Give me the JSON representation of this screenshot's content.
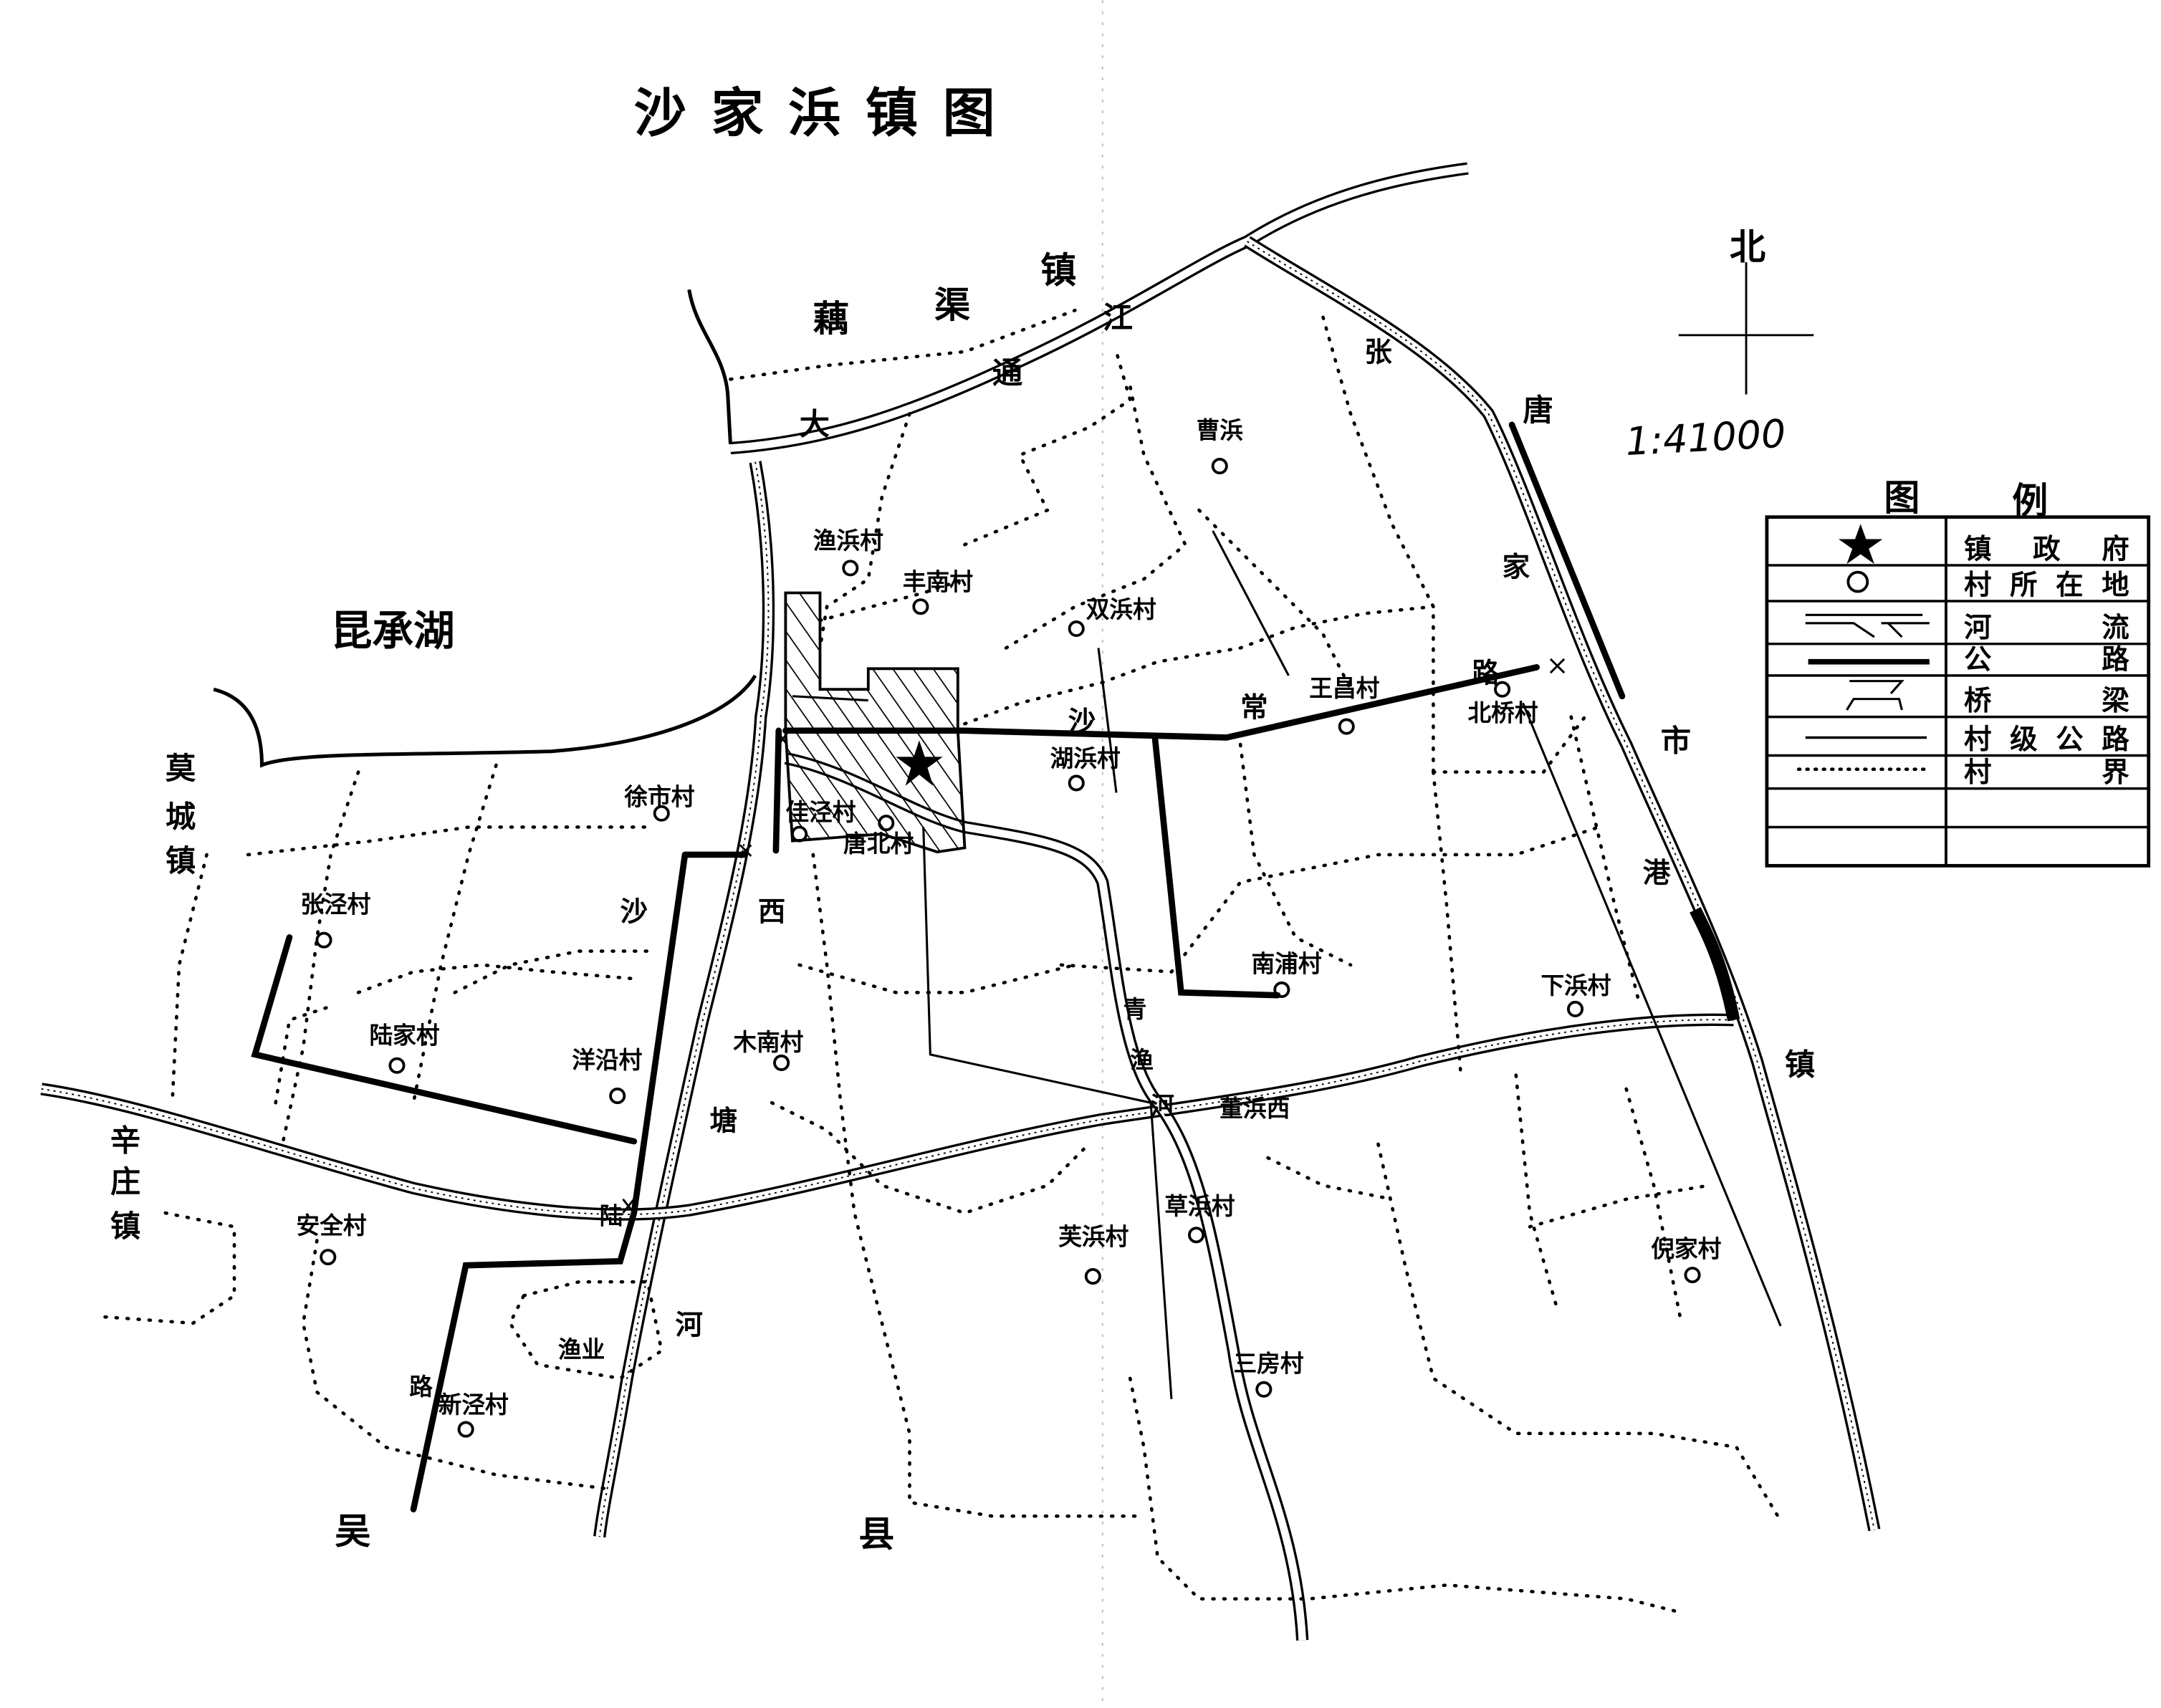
{
  "title": "沙家浜镇图",
  "scale": "1:41000",
  "north_label": "北",
  "legend": {
    "title": [
      "图",
      "例"
    ],
    "items": [
      {
        "symbol": "star-icon",
        "label": "镇政府"
      },
      {
        "symbol": "circle-icon",
        "label": "村所在地"
      },
      {
        "symbol": "river-icon",
        "label": "河流"
      },
      {
        "symbol": "highway-icon",
        "label": "公路"
      },
      {
        "symbol": "bridge-icon",
        "label": "桥梁"
      },
      {
        "symbol": "village-road-icon",
        "label": "村级公路"
      },
      {
        "symbol": "village-boundary-icon",
        "label": "村界"
      }
    ]
  },
  "places": {
    "ouqu_town": [
      "藕",
      "渠",
      "镇"
    ],
    "river_top": [
      "大",
      "通",
      "江"
    ],
    "lake": "昆承湖",
    "mocheng_town": [
      "莫",
      "城",
      "镇"
    ],
    "xinzhuang_town": [
      "辛",
      "庄",
      "镇"
    ],
    "wu_county": [
      "吴",
      "县"
    ],
    "zhangjiagang": [
      "张",
      "家",
      "港"
    ],
    "tangshi_town": [
      "唐",
      "市",
      "镇"
    ],
    "shachang_road": [
      "沙",
      "常",
      "路"
    ],
    "west_river": [
      "沙",
      "西",
      "塘",
      "河"
    ],
    "qingyu_river": [
      "青",
      "渔",
      "河"
    ],
    "road_chars": [
      "陆",
      "路"
    ],
    "fishery": "渔业"
  },
  "villages": [
    "曹浜",
    "渔浜村",
    "丰南村",
    "双浜村",
    "王昌村",
    "北桥村",
    "湖浜村",
    "徐市村",
    "佳泾村",
    "唐北村",
    "张泾村",
    "南浦村",
    "下浜村",
    "陆家村",
    "洋沿村",
    "木南村",
    "董浜西",
    "安全村",
    "芙浜村",
    "草浜村",
    "倪家村",
    "三房村",
    "新泾村"
  ]
}
